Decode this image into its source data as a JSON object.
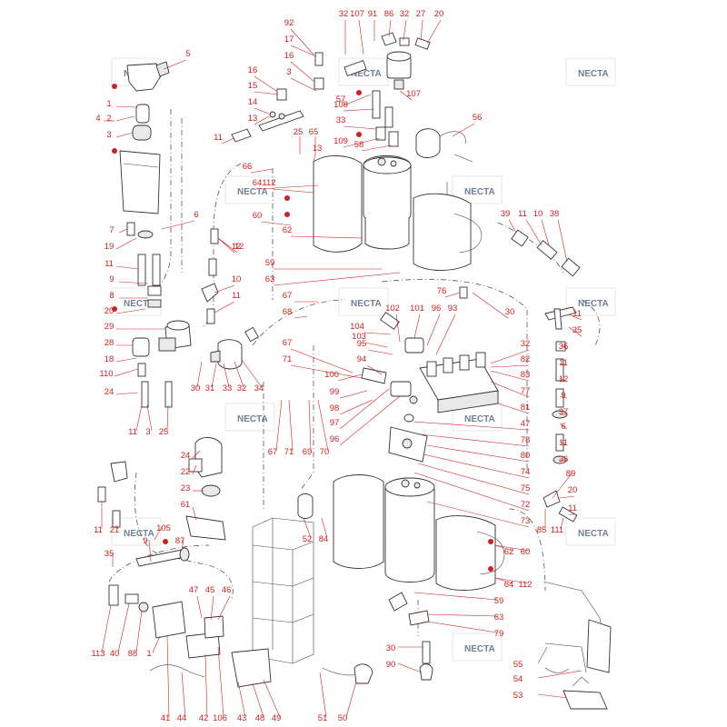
{
  "watermark": {
    "text": "NECTA"
  },
  "colors": {
    "callout": "#d21f1f",
    "line_art": "#333333",
    "watermark": "#6f7f95"
  },
  "callouts": [
    "32",
    "107",
    "91",
    "86",
    "32",
    "27",
    "20",
    "92",
    "17",
    "16",
    "3",
    "5",
    "16",
    "15",
    "14",
    "13",
    "12",
    "13",
    "57",
    "107",
    "108",
    "33",
    "109",
    "58",
    "56",
    "1",
    "2",
    "4",
    "3",
    "11",
    "25",
    "65",
    "66",
    "64",
    "112",
    "60",
    "62",
    "7",
    "6",
    "19",
    "11",
    "9",
    "8",
    "20",
    "12",
    "10",
    "11",
    "59",
    "63",
    "39",
    "11",
    "10",
    "38",
    "67",
    "68",
    "102",
    "101",
    "96",
    "93",
    "76",
    "30",
    "11",
    "35",
    "29",
    "28",
    "18",
    "110",
    "24",
    "30",
    "31",
    "33",
    "32",
    "34",
    "103",
    "104",
    "95",
    "100",
    "94",
    "99",
    "98",
    "97",
    "96",
    "67",
    "71",
    "32",
    "82",
    "83",
    "77",
    "81",
    "47",
    "78",
    "80",
    "74",
    "75",
    "72",
    "73",
    "36",
    "11",
    "12",
    "9",
    "37",
    "6",
    "11",
    "36",
    "11",
    "3",
    "25",
    "67",
    "71",
    "69",
    "70",
    "24",
    "22",
    "23",
    "61",
    "89",
    "20",
    "11",
    "85",
    "111",
    "60",
    "62",
    "64",
    "112",
    "11",
    "21",
    "105",
    "9",
    "87",
    "35",
    "52",
    "84",
    "47",
    "45",
    "46",
    "59",
    "63",
    "79",
    "113",
    "40",
    "88",
    "1",
    "41",
    "44",
    "42",
    "106",
    "43",
    "48",
    "49",
    "51",
    "50",
    "30",
    "90",
    "55",
    "54",
    "53"
  ]
}
